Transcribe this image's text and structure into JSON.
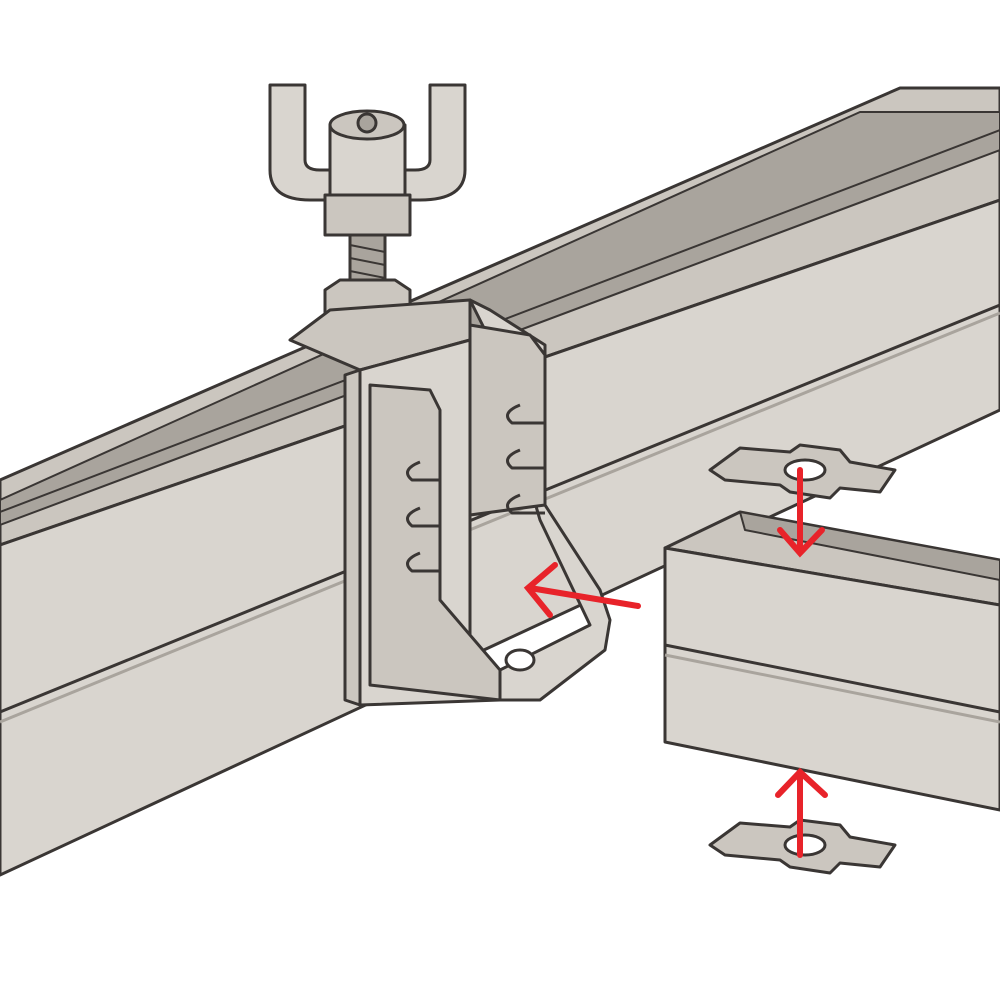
{
  "colors": {
    "background": "#ffffff",
    "steel_face": "#d9d5cf",
    "steel_top": "#cbc6bf",
    "steel_dark": "#a9a49d",
    "outline": "#3a3634",
    "arrow": "#e8232a"
  },
  "parts": [
    {
      "name": "main-strut-channel",
      "icon": "strut-channel"
    },
    {
      "name": "threaded-rod-hanger",
      "icon": "threaded-rod"
    },
    {
      "name": "channel-connector-bracket",
      "icon": "bracket"
    },
    {
      "name": "branch-strut-channel",
      "icon": "strut-channel"
    },
    {
      "name": "spring-clip-top",
      "icon": "clip"
    },
    {
      "name": "spring-clip-bottom",
      "icon": "clip"
    }
  ],
  "arrows": [
    {
      "name": "insert-arrow",
      "direction": "left"
    },
    {
      "name": "top-clip-arrow",
      "direction": "down"
    },
    {
      "name": "bottom-clip-arrow",
      "direction": "up"
    }
  ]
}
